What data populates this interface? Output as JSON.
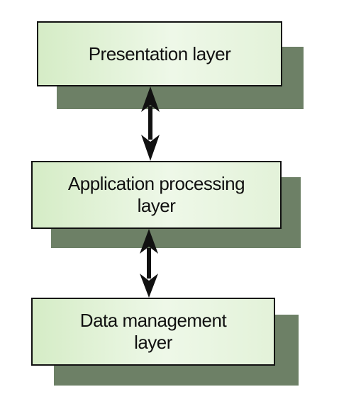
{
  "diagram": {
    "layers": [
      {
        "id": "presentation",
        "label": "Presentation layer"
      },
      {
        "id": "application",
        "label": "Application processing\nlayer"
      },
      {
        "id": "data",
        "label": "Data management\nlayer"
      }
    ],
    "colors": {
      "box_fill_start": "#d5ecc6",
      "box_fill_end": "#eef8e8",
      "shadow": "#6d8066",
      "outline": "#111111"
    }
  }
}
